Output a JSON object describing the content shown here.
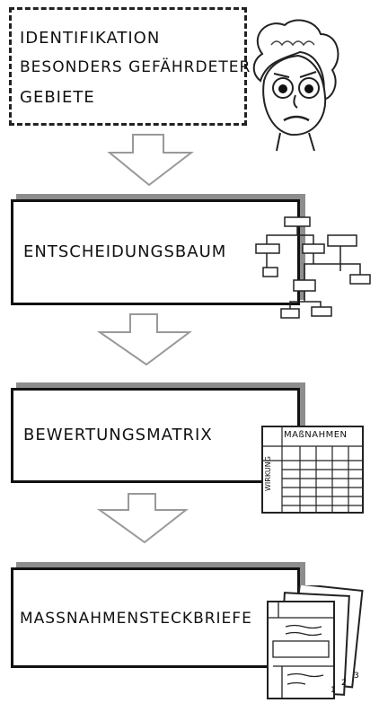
{
  "steps": [
    {
      "lines": [
        "IDENTIFIKATION",
        "BESONDERS GEFÄHRDETER",
        "GEBIETE"
      ]
    },
    {
      "label": "ENTSCHEIDUNGSBAUM"
    },
    {
      "label": "BEWERTUNGSMATRIX"
    },
    {
      "label": "MAßNAHMENSTECKBRIEFE"
    }
  ],
  "matrix": {
    "header": "MAßNAHMEN",
    "side": "WIRKUNG"
  },
  "pages": [
    "1",
    "2",
    "3"
  ]
}
